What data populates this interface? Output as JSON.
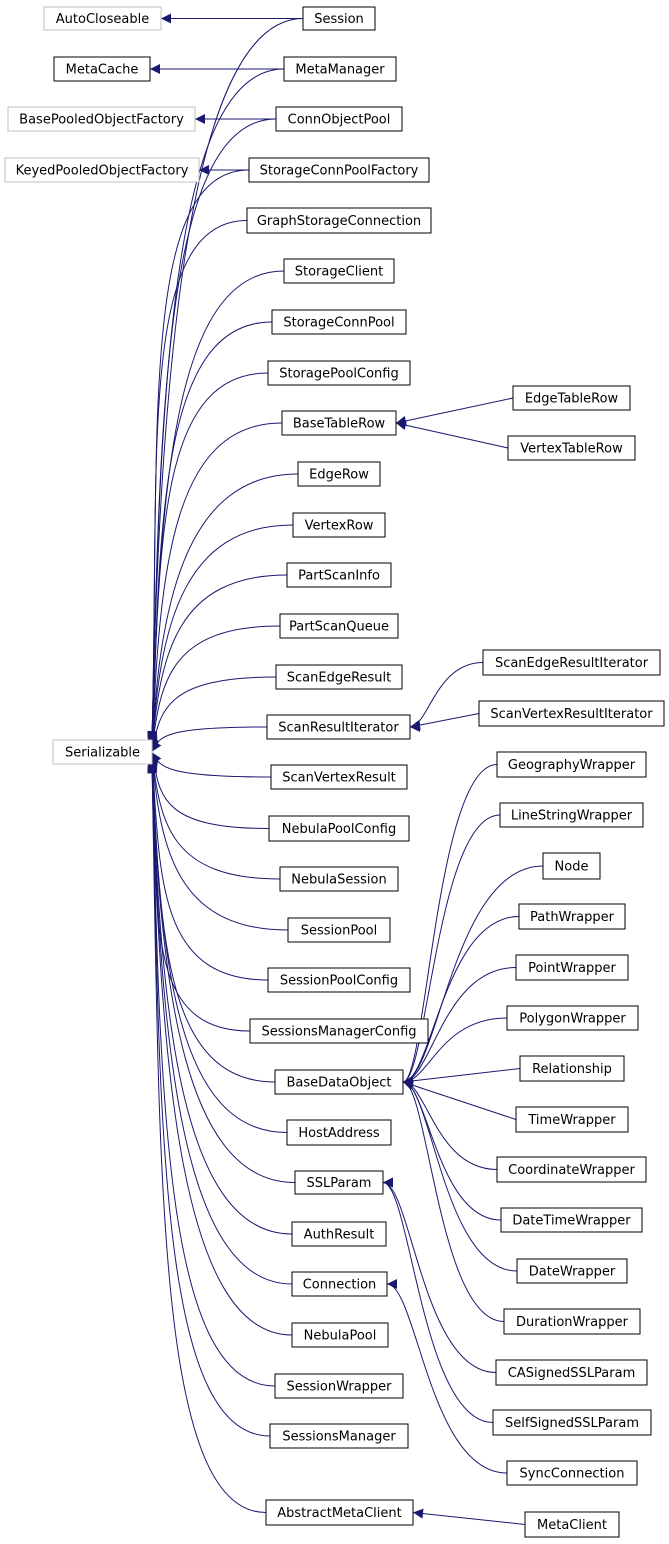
{
  "diagram": {
    "title": "",
    "nodes": [
      {
        "id": "AutoCloseable",
        "label": "AutoCloseable",
        "external": true
      },
      {
        "id": "MetaCache",
        "label": "MetaCache",
        "external": false
      },
      {
        "id": "BasePooledObjectFactory",
        "label": "BasePooledObjectFactory",
        "external": true
      },
      {
        "id": "KeyedPooledObjectFactory",
        "label": "KeyedPooledObjectFactory",
        "external": true
      },
      {
        "id": "Serializable",
        "label": "Serializable",
        "external": true
      },
      {
        "id": "Session",
        "label": "Session",
        "external": false
      },
      {
        "id": "MetaManager",
        "label": "MetaManager",
        "external": false
      },
      {
        "id": "ConnObjectPool",
        "label": "ConnObjectPool",
        "external": false
      },
      {
        "id": "StorageConnPoolFactory",
        "label": "StorageConnPoolFactory",
        "external": false
      },
      {
        "id": "GraphStorageConnection",
        "label": "GraphStorageConnection",
        "external": false
      },
      {
        "id": "StorageClient",
        "label": "StorageClient",
        "external": false
      },
      {
        "id": "StorageConnPool",
        "label": "StorageConnPool",
        "external": false
      },
      {
        "id": "StoragePoolConfig",
        "label": "StoragePoolConfig",
        "external": false
      },
      {
        "id": "BaseTableRow",
        "label": "BaseTableRow",
        "external": false
      },
      {
        "id": "EdgeRow",
        "label": "EdgeRow",
        "external": false
      },
      {
        "id": "VertexRow",
        "label": "VertexRow",
        "external": false
      },
      {
        "id": "PartScanInfo",
        "label": "PartScanInfo",
        "external": false
      },
      {
        "id": "PartScanQueue",
        "label": "PartScanQueue",
        "external": false
      },
      {
        "id": "ScanEdgeResult",
        "label": "ScanEdgeResult",
        "external": false
      },
      {
        "id": "ScanResultIterator",
        "label": "ScanResultIterator",
        "external": false
      },
      {
        "id": "ScanVertexResult",
        "label": "ScanVertexResult",
        "external": false
      },
      {
        "id": "NebulaPoolConfig",
        "label": "NebulaPoolConfig",
        "external": false
      },
      {
        "id": "NebulaSession",
        "label": "NebulaSession",
        "external": false
      },
      {
        "id": "SessionPool",
        "label": "SessionPool",
        "external": false
      },
      {
        "id": "SessionPoolConfig",
        "label": "SessionPoolConfig",
        "external": false
      },
      {
        "id": "SessionsManagerConfig",
        "label": "SessionsManagerConfig",
        "external": false
      },
      {
        "id": "BaseDataObject",
        "label": "BaseDataObject",
        "external": false
      },
      {
        "id": "HostAddress",
        "label": "HostAddress",
        "external": false
      },
      {
        "id": "SSLParam",
        "label": "SSLParam",
        "external": false
      },
      {
        "id": "AuthResult",
        "label": "AuthResult",
        "external": false
      },
      {
        "id": "Connection",
        "label": "Connection",
        "external": false
      },
      {
        "id": "NebulaPool",
        "label": "NebulaPool",
        "external": false
      },
      {
        "id": "SessionWrapper",
        "label": "SessionWrapper",
        "external": false
      },
      {
        "id": "SessionsManager",
        "label": "SessionsManager",
        "external": false
      },
      {
        "id": "AbstractMetaClient",
        "label": "AbstractMetaClient",
        "external": false
      },
      {
        "id": "EdgeTableRow",
        "label": "EdgeTableRow",
        "external": false
      },
      {
        "id": "VertexTableRow",
        "label": "VertexTableRow",
        "external": false
      },
      {
        "id": "ScanEdgeResultIterator",
        "label": "ScanEdgeResultIterator",
        "external": false
      },
      {
        "id": "ScanVertexResultIterator",
        "label": "ScanVertexResultIterator",
        "external": false
      },
      {
        "id": "GeographyWrapper",
        "label": "GeographyWrapper",
        "external": false
      },
      {
        "id": "LineStringWrapper",
        "label": "LineStringWrapper",
        "external": false
      },
      {
        "id": "Node",
        "label": "Node",
        "external": false
      },
      {
        "id": "PathWrapper",
        "label": "PathWrapper",
        "external": false
      },
      {
        "id": "PointWrapper",
        "label": "PointWrapper",
        "external": false
      },
      {
        "id": "PolygonWrapper",
        "label": "PolygonWrapper",
        "external": false
      },
      {
        "id": "Relationship",
        "label": "Relationship",
        "external": false
      },
      {
        "id": "TimeWrapper",
        "label": "TimeWrapper",
        "external": false
      },
      {
        "id": "CoordinateWrapper",
        "label": "CoordinateWrapper",
        "external": false
      },
      {
        "id": "DateTimeWrapper",
        "label": "DateTimeWrapper",
        "external": false
      },
      {
        "id": "DateWrapper",
        "label": "DateWrapper",
        "external": false
      },
      {
        "id": "DurationWrapper",
        "label": "DurationWrapper",
        "external": false
      },
      {
        "id": "CASignedSSLParam",
        "label": "CASignedSSLParam",
        "external": false
      },
      {
        "id": "SelfSignedSSLParam",
        "label": "SelfSignedSSLParam",
        "external": false
      },
      {
        "id": "SyncConnection",
        "label": "SyncConnection",
        "external": false
      },
      {
        "id": "MetaClient",
        "label": "MetaClient",
        "external": false
      }
    ],
    "edges": [
      {
        "from": "Session",
        "to": "AutoCloseable"
      },
      {
        "from": "MetaManager",
        "to": "MetaCache"
      },
      {
        "from": "ConnObjectPool",
        "to": "BasePooledObjectFactory"
      },
      {
        "from": "StorageConnPoolFactory",
        "to": "KeyedPooledObjectFactory"
      },
      {
        "from": "Session",
        "to": "Serializable"
      },
      {
        "from": "MetaManager",
        "to": "Serializable"
      },
      {
        "from": "ConnObjectPool",
        "to": "Serializable"
      },
      {
        "from": "StorageConnPoolFactory",
        "to": "Serializable"
      },
      {
        "from": "GraphStorageConnection",
        "to": "Serializable"
      },
      {
        "from": "StorageClient",
        "to": "Serializable"
      },
      {
        "from": "StorageConnPool",
        "to": "Serializable"
      },
      {
        "from": "StoragePoolConfig",
        "to": "Serializable"
      },
      {
        "from": "BaseTableRow",
        "to": "Serializable"
      },
      {
        "from": "EdgeRow",
        "to": "Serializable"
      },
      {
        "from": "VertexRow",
        "to": "Serializable"
      },
      {
        "from": "PartScanInfo",
        "to": "Serializable"
      },
      {
        "from": "PartScanQueue",
        "to": "Serializable"
      },
      {
        "from": "ScanEdgeResult",
        "to": "Serializable"
      },
      {
        "from": "ScanResultIterator",
        "to": "Serializable"
      },
      {
        "from": "ScanVertexResult",
        "to": "Serializable"
      },
      {
        "from": "NebulaPoolConfig",
        "to": "Serializable"
      },
      {
        "from": "NebulaSession",
        "to": "Serializable"
      },
      {
        "from": "SessionPool",
        "to": "Serializable"
      },
      {
        "from": "SessionPoolConfig",
        "to": "Serializable"
      },
      {
        "from": "SessionsManagerConfig",
        "to": "Serializable"
      },
      {
        "from": "BaseDataObject",
        "to": "Serializable"
      },
      {
        "from": "HostAddress",
        "to": "Serializable"
      },
      {
        "from": "SSLParam",
        "to": "Serializable"
      },
      {
        "from": "AuthResult",
        "to": "Serializable"
      },
      {
        "from": "Connection",
        "to": "Serializable"
      },
      {
        "from": "NebulaPool",
        "to": "Serializable"
      },
      {
        "from": "SessionWrapper",
        "to": "Serializable"
      },
      {
        "from": "SessionsManager",
        "to": "Serializable"
      },
      {
        "from": "AbstractMetaClient",
        "to": "Serializable"
      },
      {
        "from": "EdgeTableRow",
        "to": "BaseTableRow"
      },
      {
        "from": "VertexTableRow",
        "to": "BaseTableRow"
      },
      {
        "from": "ScanEdgeResultIterator",
        "to": "ScanResultIterator"
      },
      {
        "from": "ScanVertexResultIterator",
        "to": "ScanResultIterator"
      },
      {
        "from": "GeographyWrapper",
        "to": "BaseDataObject"
      },
      {
        "from": "LineStringWrapper",
        "to": "BaseDataObject"
      },
      {
        "from": "Node",
        "to": "BaseDataObject"
      },
      {
        "from": "PathWrapper",
        "to": "BaseDataObject"
      },
      {
        "from": "PointWrapper",
        "to": "BaseDataObject"
      },
      {
        "from": "PolygonWrapper",
        "to": "BaseDataObject"
      },
      {
        "from": "Relationship",
        "to": "BaseDataObject"
      },
      {
        "from": "TimeWrapper",
        "to": "BaseDataObject"
      },
      {
        "from": "CoordinateWrapper",
        "to": "BaseDataObject"
      },
      {
        "from": "DateTimeWrapper",
        "to": "BaseDataObject"
      },
      {
        "from": "DateWrapper",
        "to": "BaseDataObject"
      },
      {
        "from": "DurationWrapper",
        "to": "BaseDataObject"
      },
      {
        "from": "CASignedSSLParam",
        "to": "SSLParam"
      },
      {
        "from": "SelfSignedSSLParam",
        "to": "SSLParam"
      },
      {
        "from": "SyncConnection",
        "to": "Connection"
      },
      {
        "from": "MetaClient",
        "to": "AbstractMetaClient"
      }
    ]
  },
  "colors": {
    "edge": "#191970",
    "node_border": "#000000",
    "external_border": "#bfbfbf",
    "node_fill": "#ffffff",
    "text": "#000000"
  }
}
